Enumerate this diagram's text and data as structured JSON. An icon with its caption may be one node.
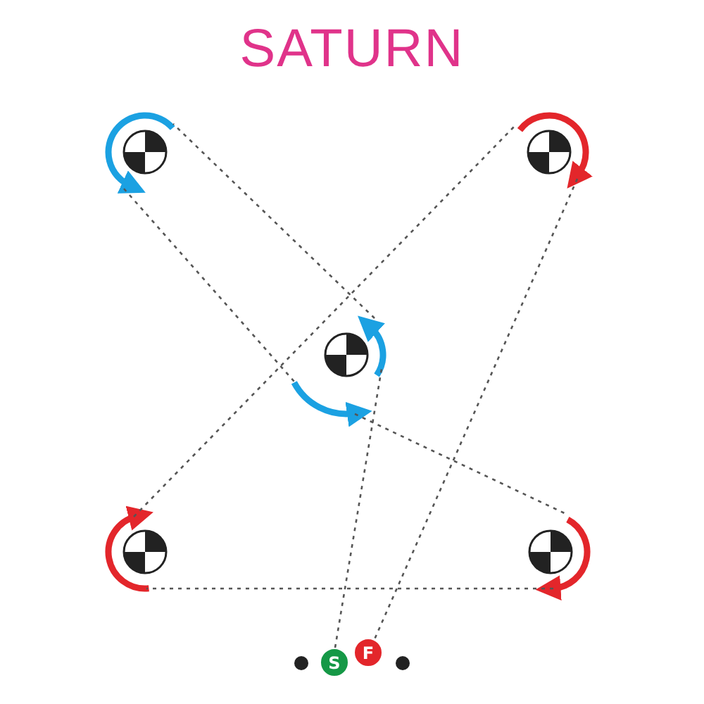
{
  "diagram": {
    "title": "SATURN",
    "nodes": [
      {
        "text": [],
        "shape": "circle"
      },
      {
        "text": [],
        "shape": "circle"
      },
      {
        "text": [],
        "shape": "circle"
      },
      {
        "text": [],
        "shape": "circle"
      },
      {
        "text": [],
        "shape": "circle"
      },
      {
        "text": [
          "S"
        ]
      },
      {
        "text": [
          "F"
        ]
      }
    ],
    "edges": [
      {
        "from": 5,
        "to": 2,
        "arrow": "none",
        "style": "dashed"
      },
      {
        "from": 2,
        "to": 0,
        "arrow": "none",
        "style": "dashed"
      },
      {
        "from": 0,
        "to": 2,
        "arrow": "none",
        "style": "dashed"
      },
      {
        "from": 2,
        "to": 4,
        "arrow": "none",
        "style": "dashed"
      },
      {
        "from": 4,
        "to": 3,
        "arrow": "none",
        "style": "dashed"
      },
      {
        "from": 3,
        "to": 1,
        "arrow": "none",
        "style": "dashed"
      },
      {
        "from": 1,
        "to": 6,
        "arrow": "none",
        "style": "dashed"
      }
    ]
  }
}
